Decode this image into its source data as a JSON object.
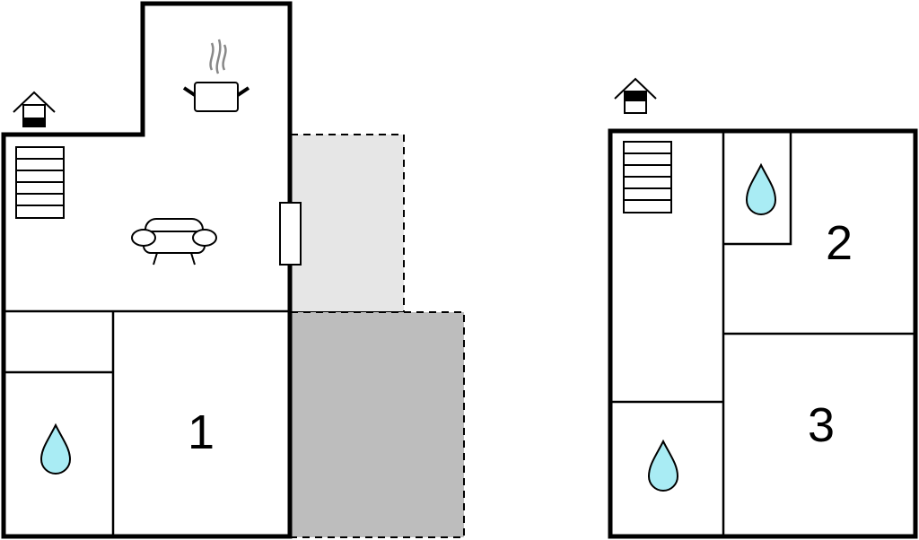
{
  "colors": {
    "wall": "#000000",
    "water": "#a9ecf4",
    "terrace_light": "#e6e6e6",
    "terrace_dark": "#bdbdbd",
    "steam": "#888888"
  },
  "floors": [
    {
      "name": "ground-floor",
      "rooms": [
        {
          "label": "1"
        }
      ],
      "icons": [
        "house-entrance-icon",
        "stairs-icon",
        "cooking-pot-icon",
        "sofa-icon",
        "water-drop-icon",
        "door-icon"
      ]
    },
    {
      "name": "upper-floor",
      "rooms": [
        {
          "label": "2"
        },
        {
          "label": "3"
        }
      ],
      "icons": [
        "house-entrance-icon",
        "stairs-icon",
        "water-drop-icon",
        "water-drop-icon"
      ]
    }
  ]
}
